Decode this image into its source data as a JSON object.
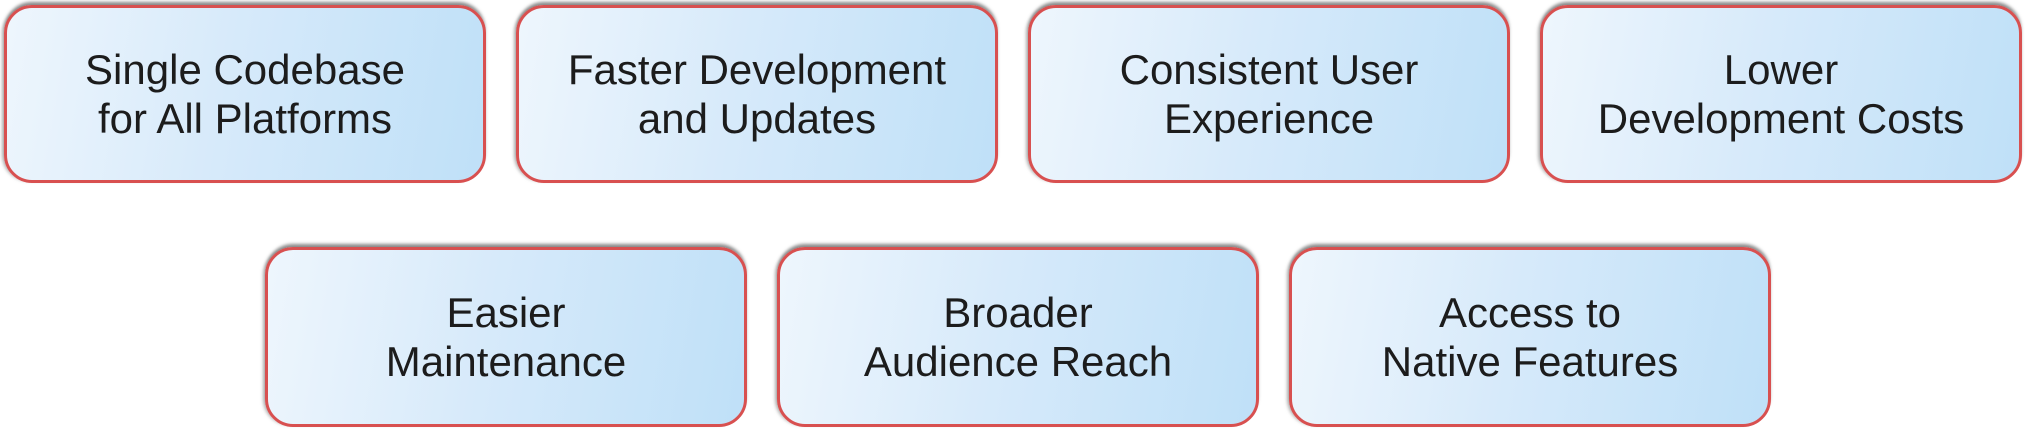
{
  "diagram": {
    "description": "Benefits diagram with seven rounded callout boxes in two rows"
  },
  "boxes": [
    {
      "id": "single-codebase",
      "line1": "Single Codebase",
      "line2": "for All Platforms"
    },
    {
      "id": "faster-development",
      "line1": "Faster Development",
      "line2": "and Updates"
    },
    {
      "id": "consistent-ux",
      "line1": "Consistent User",
      "line2": "Experience"
    },
    {
      "id": "lower-costs",
      "line1": "Lower",
      "line2": "Development Costs"
    },
    {
      "id": "easier-maintenance",
      "line1": "Easier",
      "line2": "Maintenance"
    },
    {
      "id": "broader-reach",
      "line1": "Broader",
      "line2": "Audience Reach"
    },
    {
      "id": "native-features",
      "line1": "Access to",
      "line2": "Native Features"
    }
  ],
  "colors": {
    "border-red": "#d85050",
    "band-red": "#ec0d0d",
    "band-red-mid": "#c31212",
    "fill-light": "#eef6fd",
    "fill-mid": "#d7eafa",
    "fill-blue": "#bfe0f8",
    "shadow-dark": "#2b2b30",
    "text-color": "#1c1c1c"
  }
}
